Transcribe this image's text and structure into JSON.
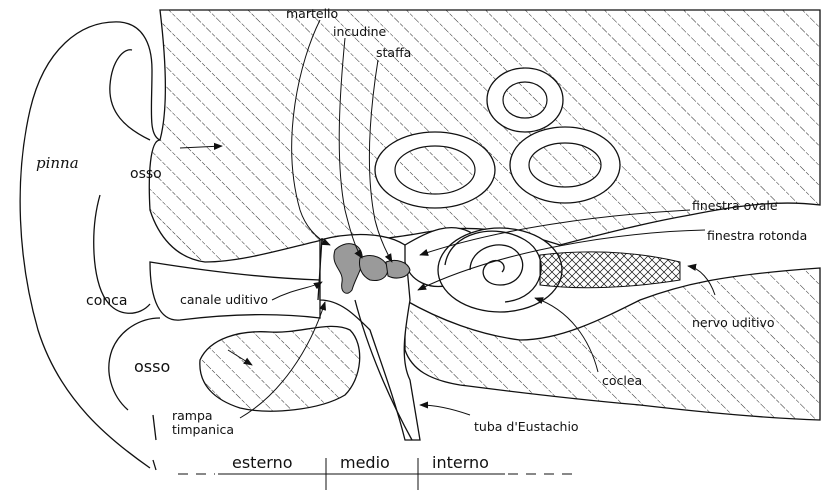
{
  "labels": {
    "pinna": "pinna",
    "osso_top": "osso",
    "conca": "conca",
    "osso_bottom": "osso",
    "martello": "martello",
    "incudine": "incudine",
    "staffa": "staffa",
    "canale_uditivo": "canale uditivo",
    "rampa": "rampa",
    "timpanica": "timpanica",
    "finestra_ovale": "finestra ovale",
    "finestra_rotonda": "finestra rotonda",
    "nervo_uditivo": "nervo uditivo",
    "coclea": "coclea",
    "tuba": "tuba d'Eustachio"
  },
  "regions": {
    "esterno": "esterno",
    "medio": "medio",
    "interno": "interno"
  }
}
